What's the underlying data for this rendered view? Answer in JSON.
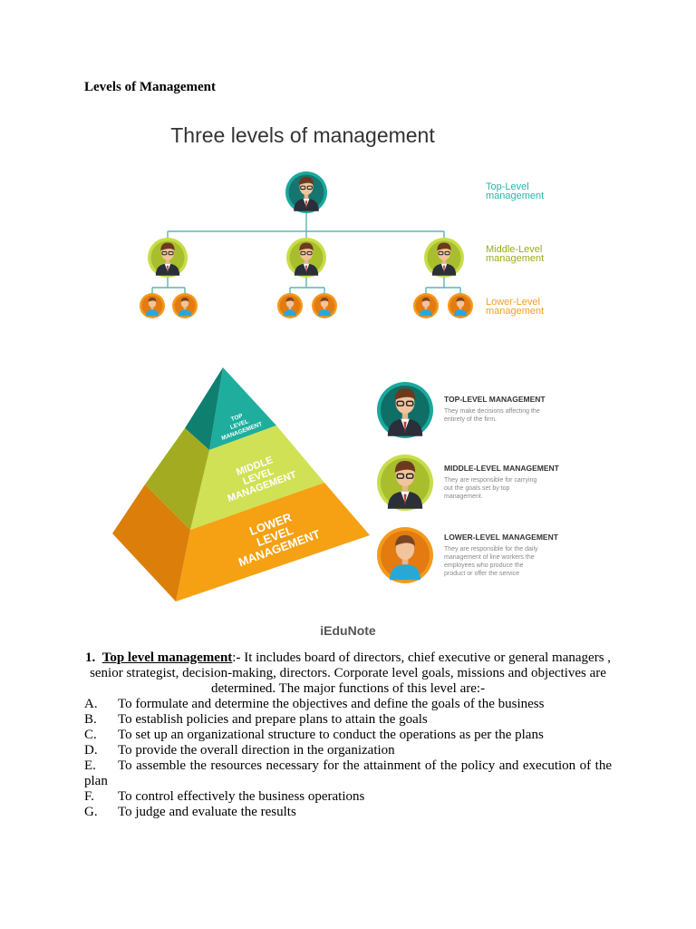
{
  "document": {
    "title": "Levels of Management"
  },
  "infographic": {
    "title": "Three levels of management",
    "tree_labels": {
      "top": [
        "Top-Level",
        "management"
      ],
      "middle": [
        "Middle-Level",
        "management"
      ],
      "lower": [
        "Lower-Level",
        "management"
      ]
    },
    "pyramid": {
      "top": [
        "TOP",
        "LEVEL",
        "MANAGEMENT"
      ],
      "middle": [
        "MIDDLE",
        "LEVEL",
        "MANAGEMENT"
      ],
      "lower": [
        "LOWER",
        "LEVEL",
        "MANAGEMENT"
      ]
    },
    "legend": [
      {
        "heading": "TOP-LEVEL MANAGEMENT",
        "lines": [
          "They make decisions affecting the",
          "entirety of the firm."
        ]
      },
      {
        "heading": "MIDDLE-LEVEL MANAGEMENT",
        "lines": [
          "They are responsible for carrying",
          "out the goals set by top",
          "management."
        ]
      },
      {
        "heading": "LOWER-LEVEL MANAGEMENT",
        "lines": [
          "They are responsible for the daily",
          "management of line workers the",
          "employees who produce the",
          "product or offer the service"
        ]
      }
    ],
    "brand": "iEduNote",
    "colors": {
      "teal": "#1aa89c",
      "lime": "#c8dc4a",
      "orange": "#f29a1c",
      "connector": "#58b7b0",
      "top_label": "#2bb3a8",
      "middle_label": "#9aaa1c",
      "lower_label": "#f0a020"
    }
  },
  "section": {
    "number": "1.",
    "heading": "Top level management",
    "intro": ":- It includes board of directors, chief executive or general managers , senior strategist, decision-making, directors. Corporate level goals, missions and objectives are determined. The major functions of this level are:-",
    "items": [
      {
        "letter": "A.",
        "text": "To formulate and determine the objectives and define the goals of the business"
      },
      {
        "letter": "B.",
        "text": "To establish policies and prepare plans to attain the goals"
      },
      {
        "letter": "C.",
        "text": "To set up an organizational structure to conduct the operations as per the plans"
      },
      {
        "letter": "D.",
        "text": "To provide the overall direction in the organization"
      },
      {
        "letter": "E.",
        "text": "To assemble the resources necessary for the attainment of the policy and execution of the plan"
      },
      {
        "letter": "F.",
        "text": "To control effectively the business operations"
      },
      {
        "letter": "G.",
        "text": "To judge and evaluate the results"
      }
    ]
  }
}
